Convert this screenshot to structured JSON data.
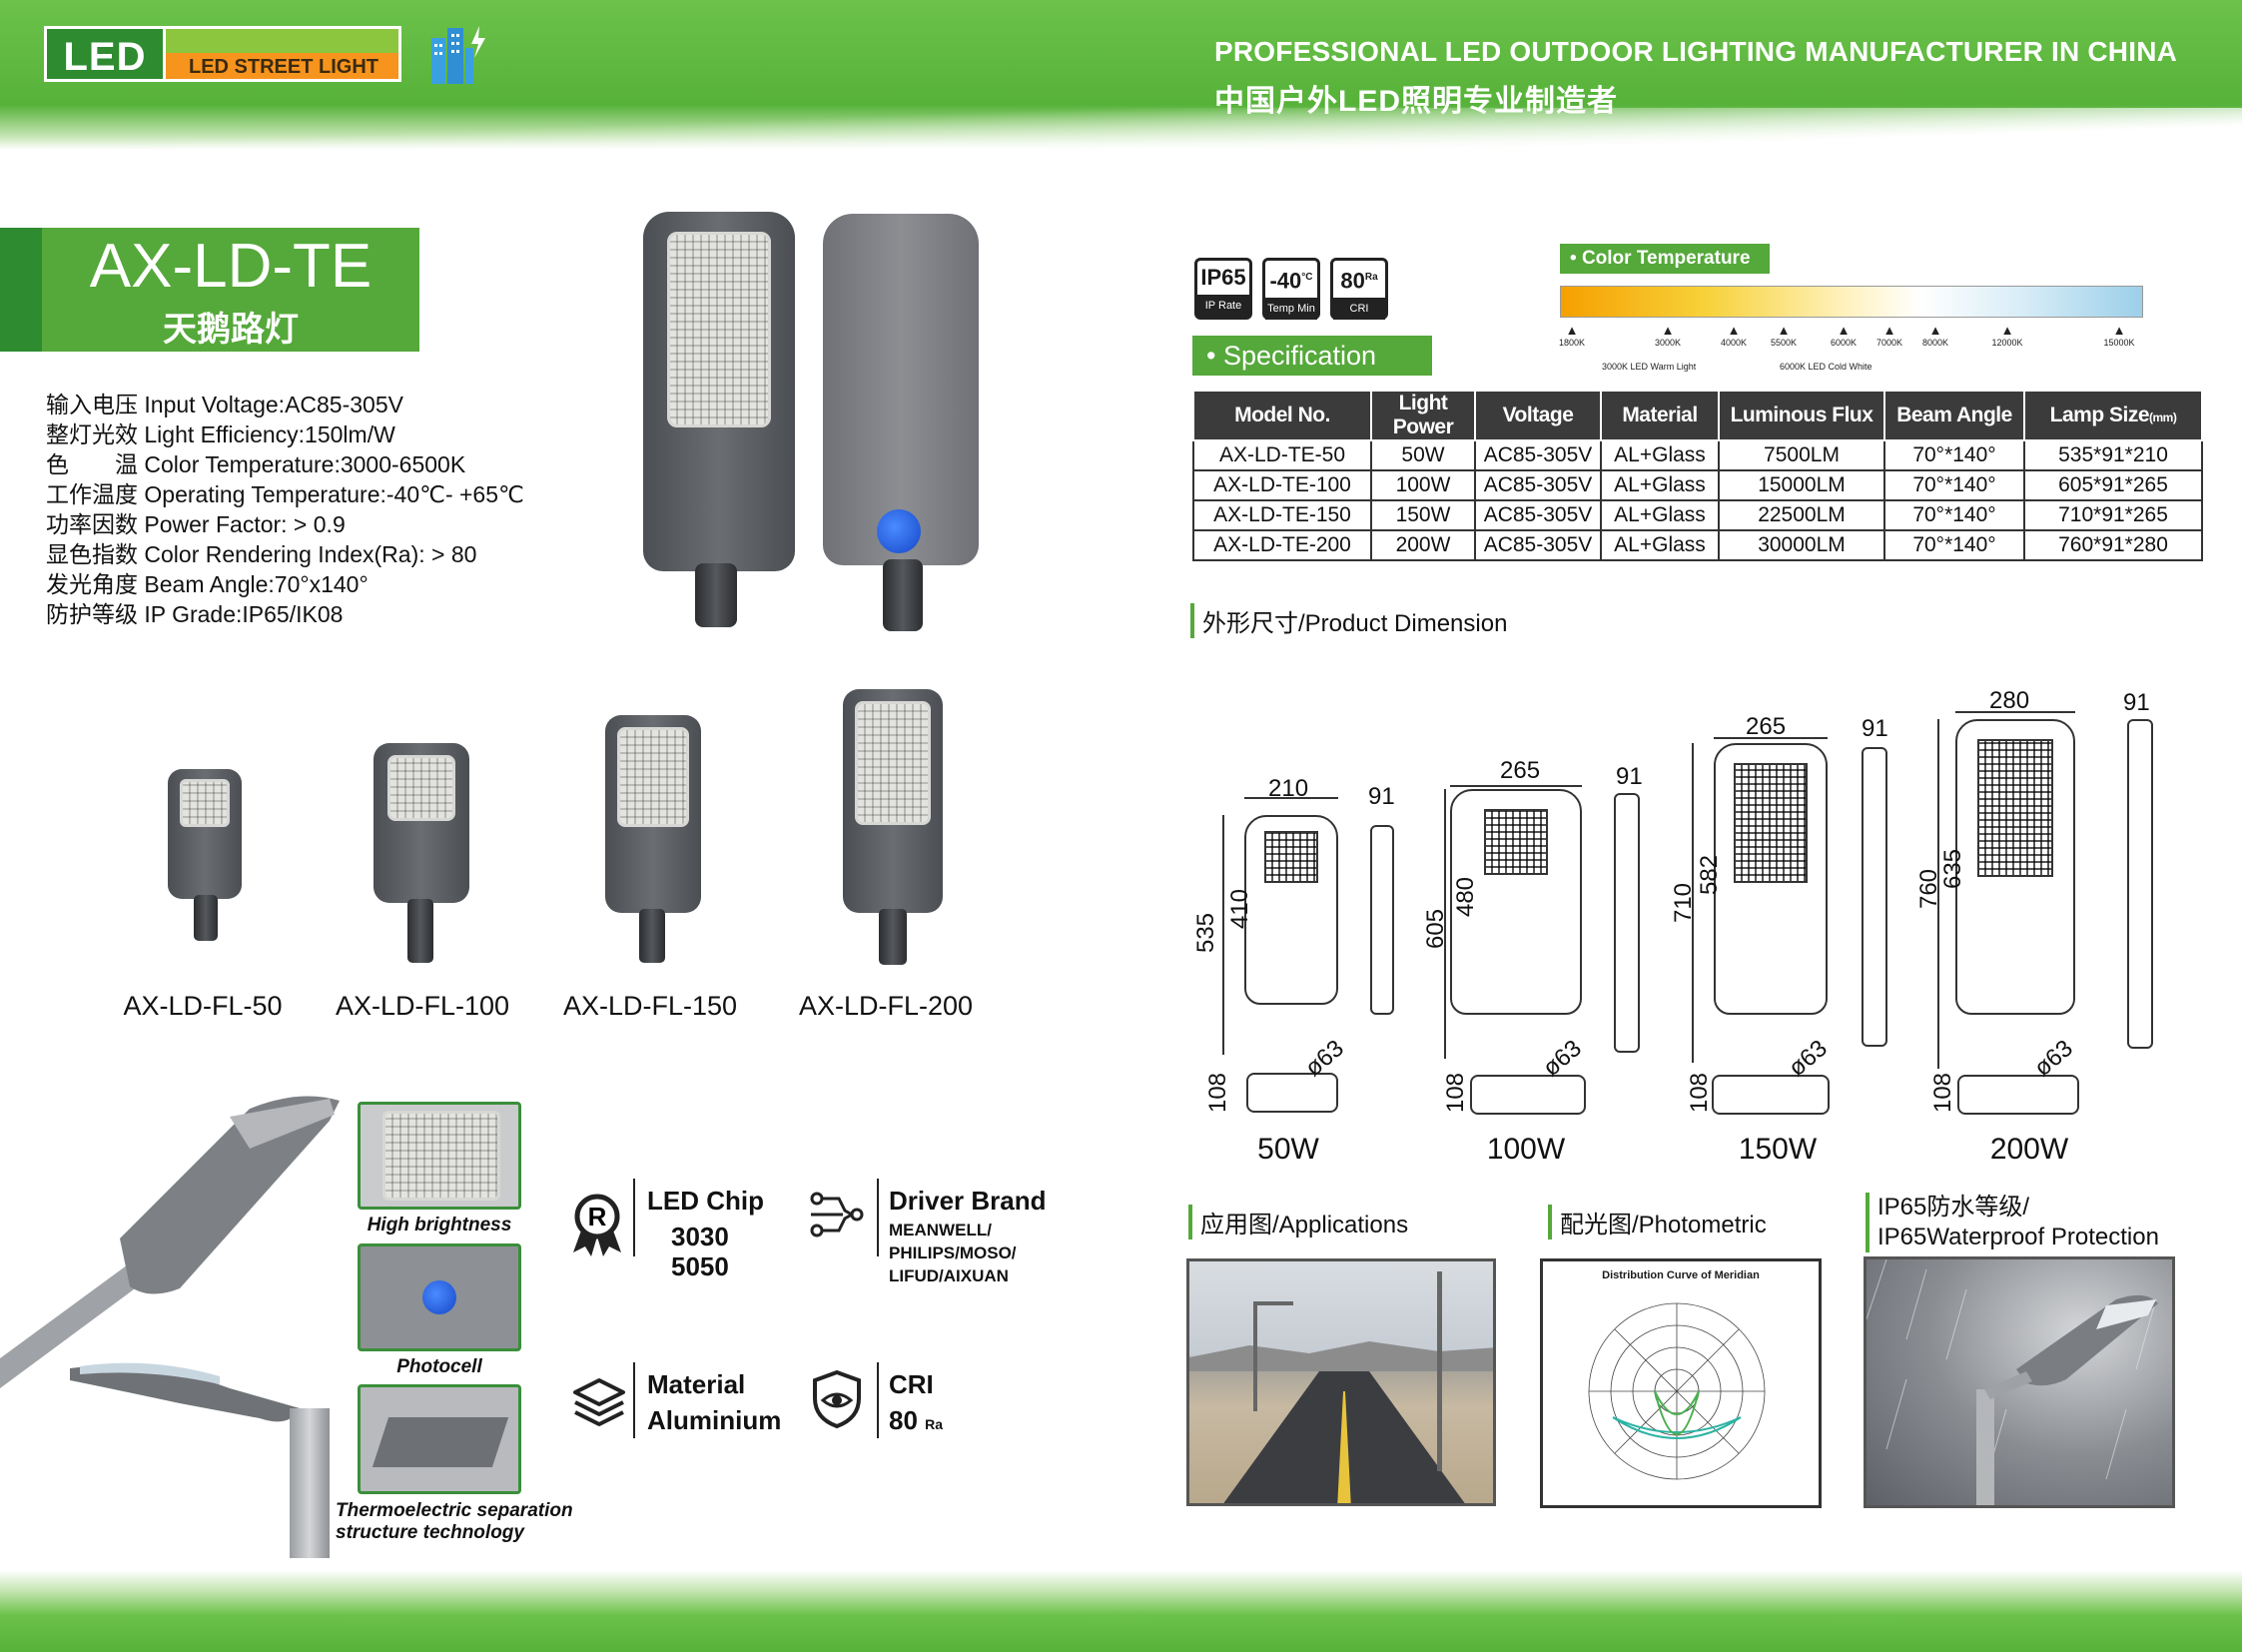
{
  "header": {
    "logo_main": "LED",
    "logo_sub": "LED STREET LIGHT",
    "tagline_en": "PROFESSIONAL LED OUTDOOR LIGHTING MANUFACTURER IN CHINA",
    "tagline_cn": "中国户外LED照明专业制造者"
  },
  "title": {
    "model": "AX-LD-TE",
    "cn_name": "天鹅路灯"
  },
  "specs": [
    "输入电压 Input Voltage:AC85-305V",
    "整灯光效 Light Efficiency:150lm/W",
    "色　　温 Color Temperature:3000-6500K",
    "工作温度 Operating Temperature:-40℃- +65℃",
    "功率因数 Power Factor: > 0.9",
    "显色指数 Color Rendering Index(Ra): > 80",
    "发光角度 Beam Angle:70°x140°",
    "防护等级 IP Grade:IP65/IK08"
  ],
  "variants": [
    "AX-LD-FL-50",
    "AX-LD-FL-100",
    "AX-LD-FL-150",
    "AX-LD-FL-200"
  ],
  "features": {
    "captions": [
      "High brightness",
      "Photocell",
      "Thermoelectric separation structure technology"
    ],
    "led_chip": {
      "title": "LED Chip",
      "line1": "3030",
      "line2": "5050"
    },
    "driver": {
      "title": "Driver Brand",
      "line1": "MEANWELL/",
      "line2": "PHILIPS/MOSO/",
      "line3": "LIFUD/AIXUAN"
    },
    "material": {
      "line1": "Material",
      "line2": "Aluminium"
    },
    "cri": {
      "line1": "CRI",
      "line2": "80",
      "unit": "Ra"
    }
  },
  "badges": [
    {
      "top": "IP65",
      "bottom": "IP Rate"
    },
    {
      "top": "-40",
      "sup": "°C",
      "bottom": "Temp Min"
    },
    {
      "top": "80",
      "sup": "Ra",
      "bottom": "CRI"
    }
  ],
  "color_temperature": {
    "title": "Color Temperature",
    "ticks": [
      "1800K",
      "3000K",
      "4000K",
      "5500K",
      "6000K",
      "7000K",
      "8000K",
      "12000K",
      "15000K"
    ],
    "note_warm": "3000K LED Warm Light",
    "note_cold": "6000K LED Cold White"
  },
  "specification": {
    "title": "Specification",
    "headers": [
      "Model No.",
      "Light Power",
      "Voltage",
      "Material",
      "Luminous Flux",
      "Beam Angle",
      "Lamp Size"
    ],
    "size_unit": "(mm)",
    "rows": [
      [
        "AX-LD-TE-50",
        "50W",
        "AC85-305V",
        "AL+Glass",
        "7500LM",
        "70°*140°",
        "535*91*210"
      ],
      [
        "AX-LD-TE-100",
        "100W",
        "AC85-305V",
        "AL+Glass",
        "15000LM",
        "70°*140°",
        "605*91*265"
      ],
      [
        "AX-LD-TE-150",
        "150W",
        "AC85-305V",
        "AL+Glass",
        "22500LM",
        "70°*140°",
        "710*91*265"
      ],
      [
        "AX-LD-TE-200",
        "200W",
        "AC85-305V",
        "AL+Glass",
        "30000LM",
        "70°*140°",
        "760*91*280"
      ]
    ]
  },
  "dimension": {
    "title": "外形尺寸/Product Dimension",
    "items": [
      {
        "power": "50W",
        "width": "210",
        "height": "535",
        "inner": "410",
        "depth": "91",
        "base": "108",
        "dia": "ø63"
      },
      {
        "power": "100W",
        "width": "265",
        "height": "605",
        "inner": "480",
        "depth": "91",
        "base": "108",
        "dia": "ø63"
      },
      {
        "power": "150W",
        "width": "265",
        "height": "710",
        "inner": "582",
        "depth": "91",
        "base": "108",
        "dia": "ø63"
      },
      {
        "power": "200W",
        "width": "280",
        "height": "760",
        "inner": "635",
        "depth": "91",
        "base": "108",
        "dia": "ø63"
      }
    ]
  },
  "bottom": {
    "applications": "应用图/Applications",
    "photometric": "配光图/Photometric",
    "ip_line1": "IP65防水等级/",
    "ip_line2": "IP65Waterproof Protection",
    "curve_title": "Distribution Curve of Meridian"
  }
}
